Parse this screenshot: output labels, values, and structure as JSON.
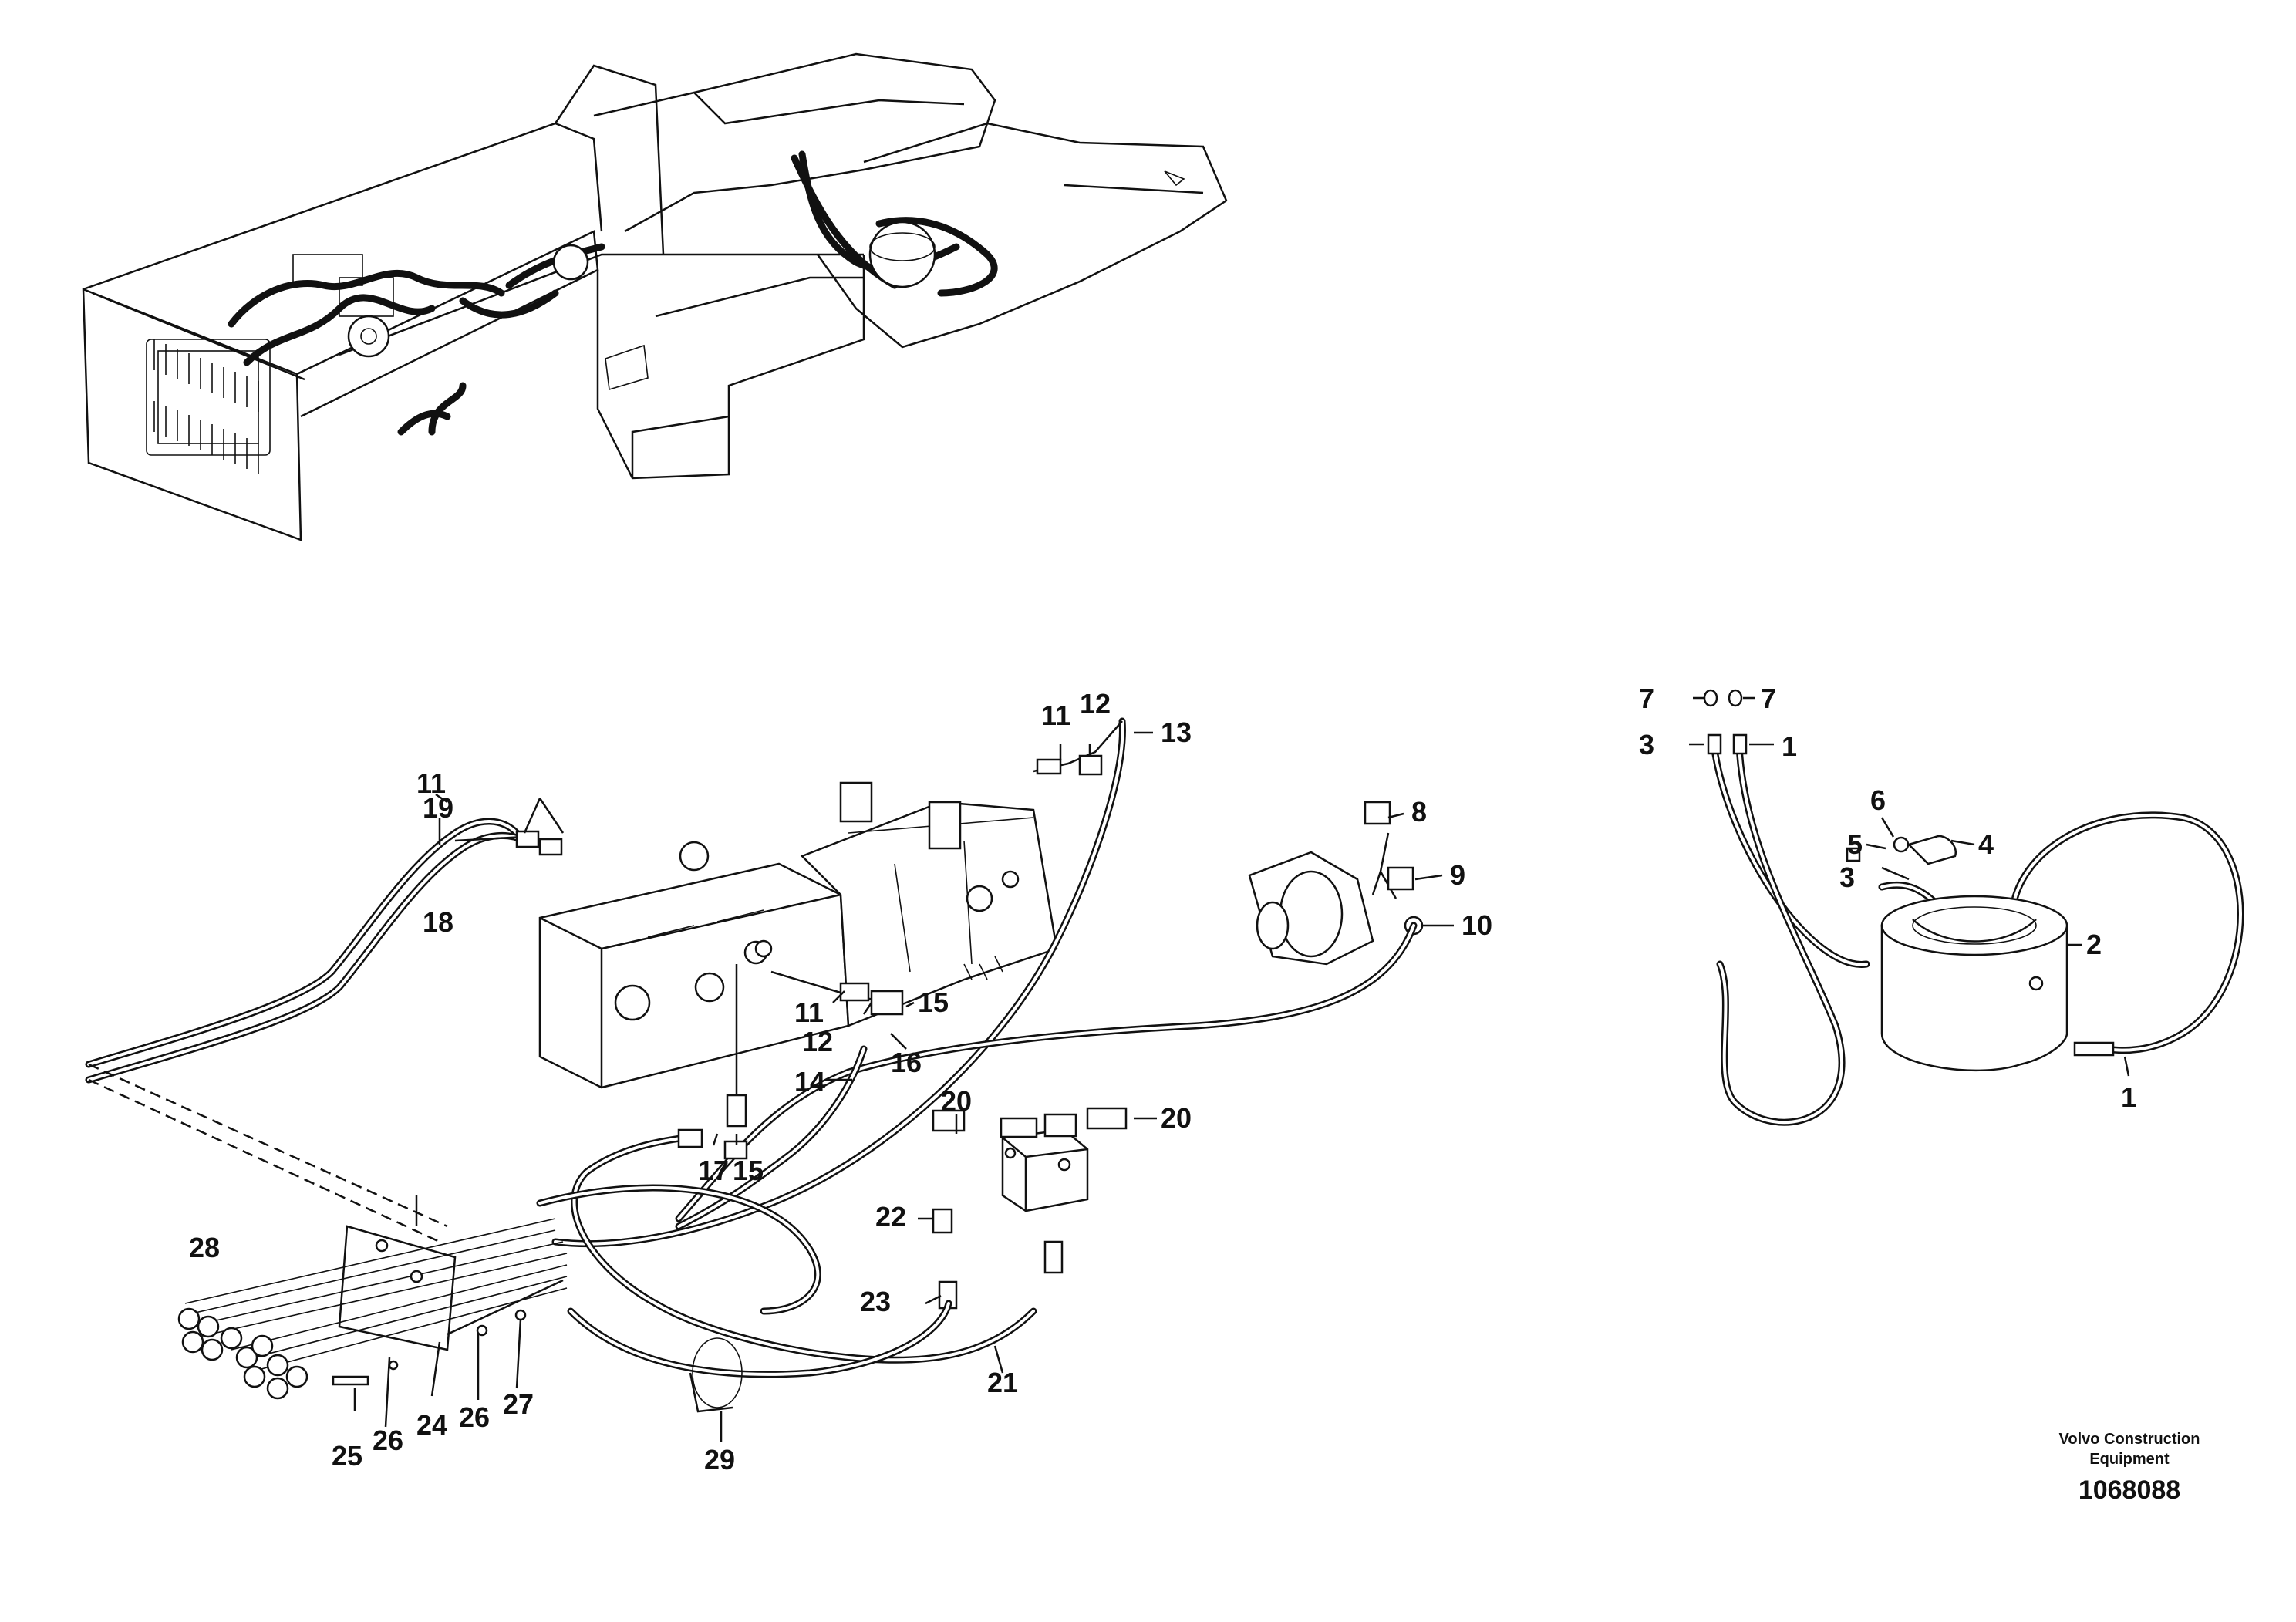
{
  "drawing": {
    "publisher": "Volvo Construction Equipment",
    "drawing_number": "1068088"
  },
  "callouts": {
    "main_assembly": [
      "11",
      "12",
      "13",
      "19",
      "18",
      "11",
      "12",
      "15",
      "16",
      "14",
      "17",
      "15",
      "8",
      "9",
      "10",
      "20",
      "20",
      "22",
      "23",
      "21",
      "28",
      "24",
      "25",
      "26",
      "26",
      "27",
      "29"
    ],
    "swivel_assembly": [
      "7",
      "7",
      "3",
      "1",
      "6",
      "4",
      "5",
      "3",
      "2",
      "1"
    ]
  }
}
